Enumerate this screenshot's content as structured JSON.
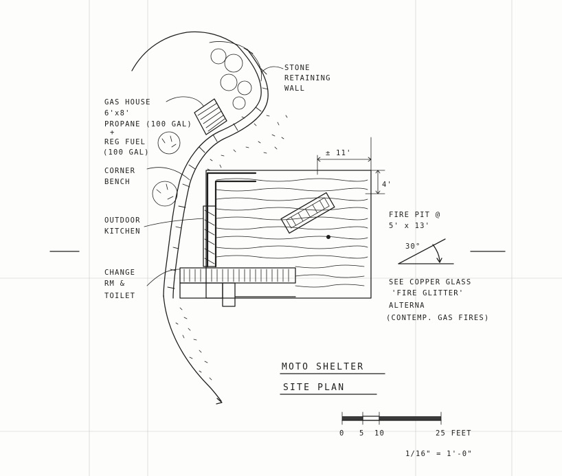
{
  "labels": {
    "stone_wall": [
      "STONE",
      "RETAINING",
      "WALL"
    ],
    "gas_house": [
      "GAS HOUSE",
      "6'x8'",
      "PROPANE (100 GAL)",
      "+",
      "REG FUEL",
      "(100 GAL)"
    ],
    "corner_bench": [
      "CORNER",
      "BENCH"
    ],
    "outdoor_kitchen": [
      "OUTDOOR",
      "KITCHEN"
    ],
    "change_room": [
      "CHANGE",
      "RM   &",
      "TOILET"
    ],
    "fire_pit": [
      "FIRE PIT @",
      "5' x 13'"
    ],
    "angle": "30°",
    "note": [
      "SEE COPPER GLASS",
      "'FIRE GLITTER'",
      "ALTERNA",
      "(CONTEMP. GAS FIRES)"
    ],
    "dim_width": "± 11'",
    "dim_height": "4'",
    "title": "MOTO SHELTER",
    "subtitle": "SITE PLAN",
    "scale_ticks": [
      "0",
      "5",
      "10",
      "25 FEET"
    ],
    "scale_ratio": "1/16\" = 1'-0\""
  }
}
